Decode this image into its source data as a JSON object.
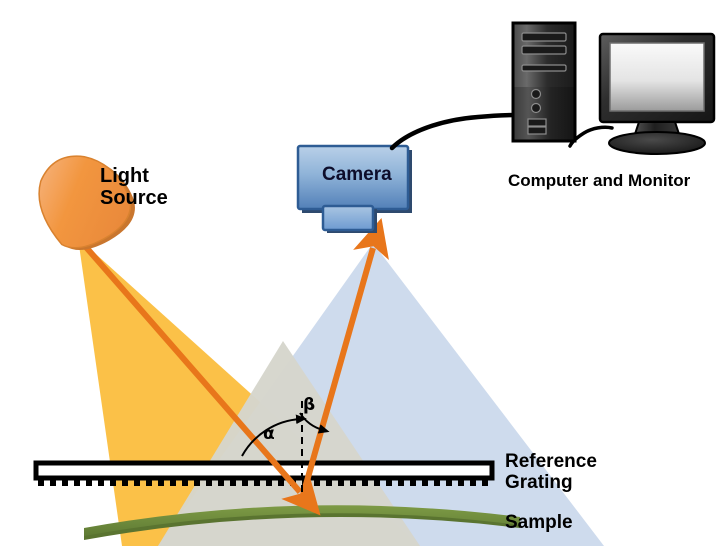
{
  "figure": {
    "type": "optical-setup-diagram",
    "title": "Deflectometry / grating measurement setup"
  },
  "labels": {
    "light_source": "Light\nSource",
    "camera": "Camera",
    "computer_monitor": "Computer and Monitor",
    "reference_grating": "Reference\nGrating",
    "sample": "Sample",
    "alpha": "α",
    "beta": "β"
  },
  "components": [
    {
      "name": "light-source",
      "label": "Light Source",
      "shape": "teardrop",
      "color": "#F0923A"
    },
    {
      "name": "camera",
      "label": "Camera",
      "shape": "box-with-lens",
      "color": "#6E9BD1"
    },
    {
      "name": "computer-tower",
      "label": "Computer",
      "shape": "tower",
      "color": "#3A3A3A"
    },
    {
      "name": "monitor",
      "label": "Monitor",
      "shape": "flat-panel",
      "color": "#3A3A3A"
    },
    {
      "name": "reference-grating",
      "label": "Reference Grating",
      "shape": "bar-with-teeth",
      "color": "#000000"
    },
    {
      "name": "sample",
      "label": "Sample",
      "shape": "curved-arc",
      "color": "#6E8B3D"
    }
  ],
  "beams": {
    "illumination_cone": {
      "name": "illumination-cone",
      "color": "#FBBE3E"
    },
    "viewing_cone": {
      "name": "viewing-cone",
      "color": "#CBD9EC"
    },
    "overlap_region": {
      "name": "overlap-region",
      "color": "#D6D6CC"
    },
    "incident_ray": {
      "name": "incident-ray",
      "color": "#E8761B"
    },
    "reflected_ray": {
      "name": "reflected-ray",
      "color": "#E8761B"
    },
    "surface_normal": {
      "name": "surface-normal",
      "style": "dashed",
      "color": "#000000"
    }
  },
  "colors": {
    "orange_cone": "#FBBE3E",
    "blue_cone": "#CBD9EC",
    "gray_overlap": "#D6D6CC",
    "ray_orange": "#E8761B",
    "source_orange": "#F0923A",
    "camera_blue": "#6E9BD1",
    "sample_green": "#6E8B3D",
    "hardware_dark": "#3A3A3A",
    "background": "#FFFFFF"
  }
}
